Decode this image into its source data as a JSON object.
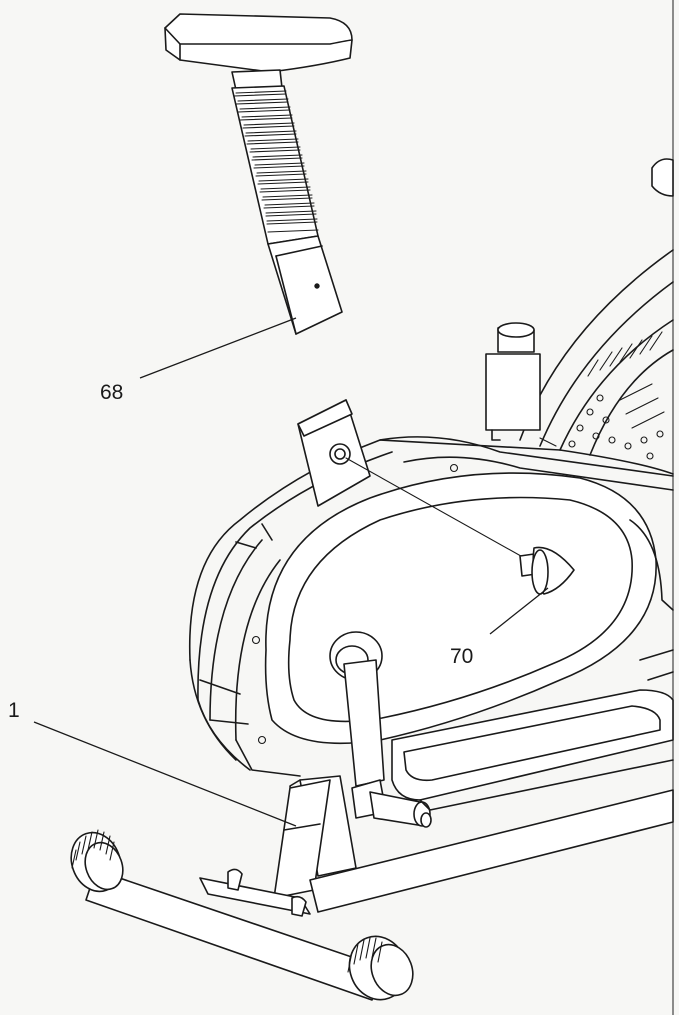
{
  "callouts": [
    {
      "id": "seat",
      "label": "68"
    },
    {
      "id": "knob",
      "label": "70"
    },
    {
      "id": "frame",
      "label": "1"
    }
  ]
}
